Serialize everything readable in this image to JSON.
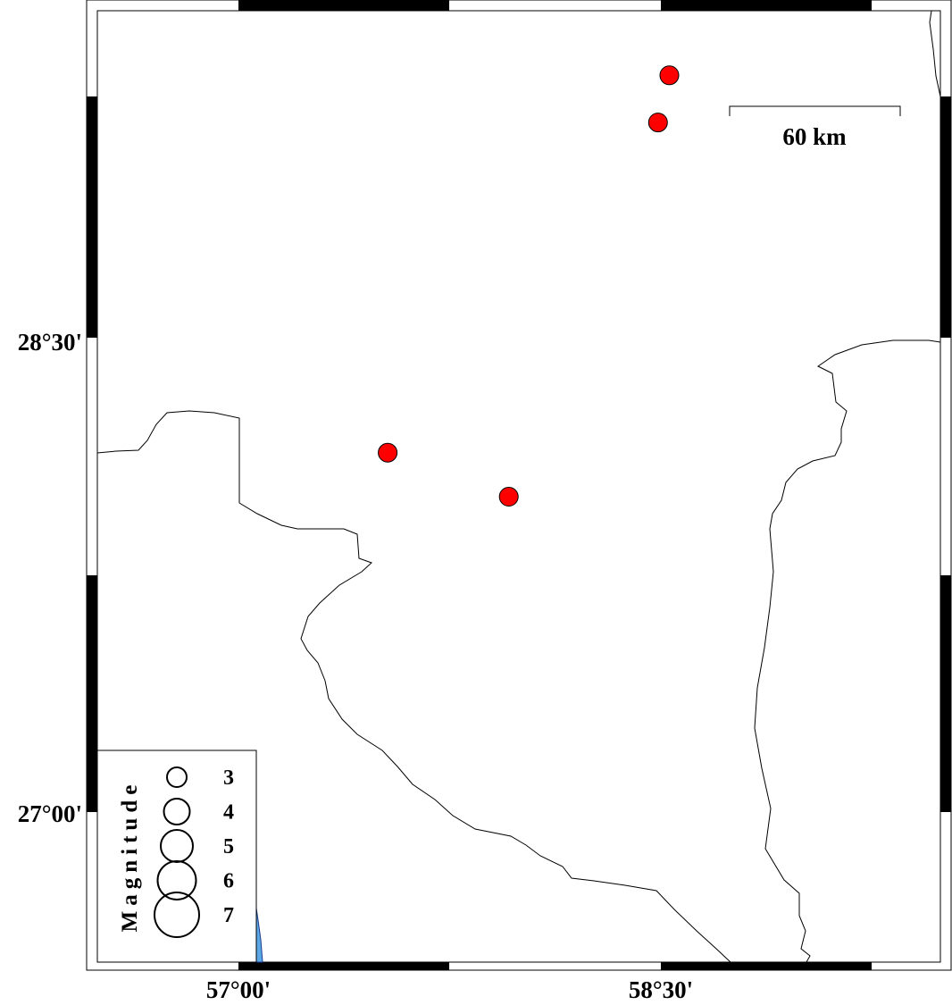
{
  "axes": {
    "y_ticks": [
      "28°30'",
      "27°00'"
    ],
    "x_ticks": [
      "57°00'",
      "58°30'"
    ]
  },
  "scale_bar": {
    "label": "60 km"
  },
  "legend": {
    "title": "Magnitude",
    "entries": [
      {
        "label": "3",
        "magnitude": 3
      },
      {
        "label": "4",
        "magnitude": 4
      },
      {
        "label": "5",
        "magnitude": 5
      },
      {
        "label": "6",
        "magnitude": 6
      },
      {
        "label": "7",
        "magnitude": 7
      }
    ]
  },
  "events": [
    {
      "lon": 58.53,
      "lat": 29.34,
      "color": "#ff0000"
    },
    {
      "lon": 58.49,
      "lat": 29.19,
      "color": "#ff0000"
    },
    {
      "lon": 57.53,
      "lat": 28.14,
      "color": "#ff0000"
    },
    {
      "lon": 57.96,
      "lat": 28.0,
      "color": "#ff0000"
    }
  ],
  "colors": {
    "event_fill": "#ff0000",
    "water": "#5aa9e6",
    "frame": "#000000"
  }
}
